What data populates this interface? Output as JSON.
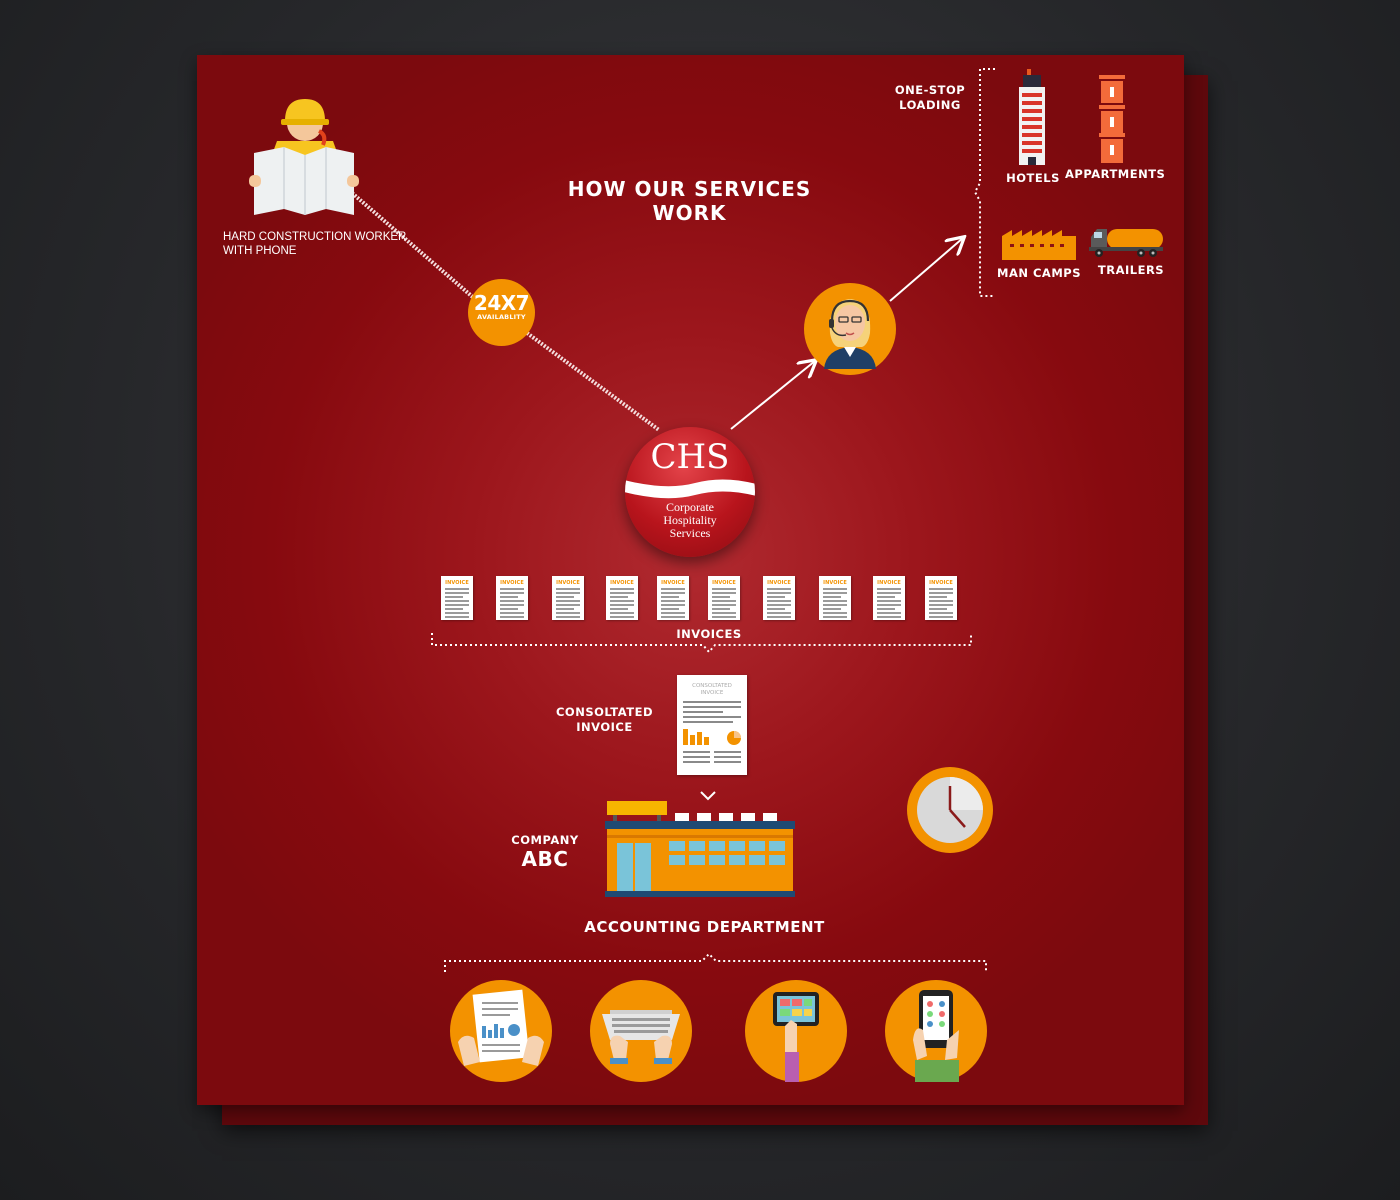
{
  "title": "HOW OUR SERVICES WORK",
  "worker": {
    "caption_line1": "HARD CONSTRUCTION WORKER",
    "caption_line2": "WITH PHONE"
  },
  "availability": {
    "big": "24X7",
    "small": "AVAILABLITY"
  },
  "logo": {
    "abbr": "CHS",
    "line1": "Corporate",
    "line2": "Hospitality",
    "line3": "Services"
  },
  "one_stop": {
    "line1": "ONE-STOP",
    "line2": "LOADING"
  },
  "lodging": {
    "hotels": "HOTELS",
    "appartments": "APPARTMENTS",
    "man_camps": "MAN CAMPS",
    "trailers": "TRAILERS"
  },
  "invoices": {
    "doc_label": "INVOICE",
    "count": 10,
    "group_label": "INVOICES"
  },
  "consolidated": {
    "label_line1": "CONSOLTATED",
    "label_line2": "INVOICE",
    "doc_line1": "CONSOLTATED",
    "doc_line2": "INVOICE"
  },
  "company": {
    "small": "COMPANY",
    "big": "ABC"
  },
  "accounting": "ACCOUNTING DEPARTMENT",
  "colors": {
    "sheet": "#870a0f",
    "orange": "#f39200",
    "white": "#ffffff"
  },
  "icons": [
    "document-report-icon",
    "laptop-icon",
    "tablet-icon",
    "smartphone-icon"
  ]
}
